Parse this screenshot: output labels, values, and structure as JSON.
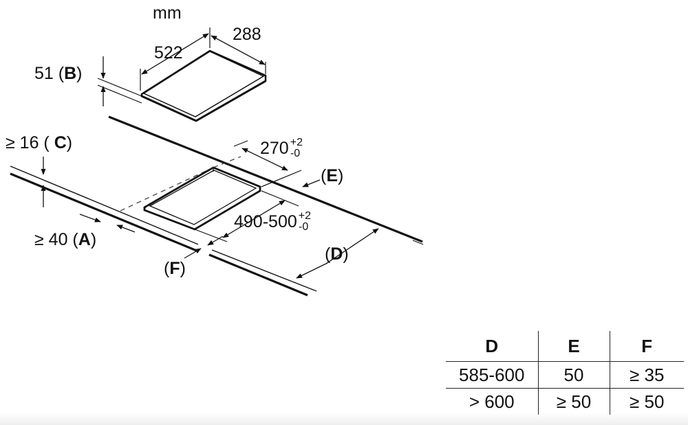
{
  "units": "mm",
  "dimensions": {
    "width": "288",
    "depth": "522",
    "height_value": "51",
    "height_letter": "B",
    "cutout_width_base": "270",
    "cutout_width_tol_plus": "+2",
    "cutout_width_tol_minus": "-0",
    "cutout_depth_base": "490-500",
    "cutout_depth_tol_plus": "+2",
    "cutout_depth_tol_minus": "-0",
    "worktop_thickness_value": "≥ 16",
    "worktop_thickness_letter": "C",
    "front_distance_value": "≥ 40",
    "front_distance_letter": "A"
  },
  "callouts": {
    "d": "D",
    "e": "E",
    "f": "F"
  },
  "table": {
    "headers": [
      "D",
      "E",
      "F"
    ],
    "rows": [
      [
        "585-600",
        "50",
        "≥ 35"
      ],
      [
        "> 600",
        "≥ 50",
        "≥ 50"
      ]
    ]
  },
  "colors": {
    "ink": "#111111",
    "background": "#ffffff"
  }
}
